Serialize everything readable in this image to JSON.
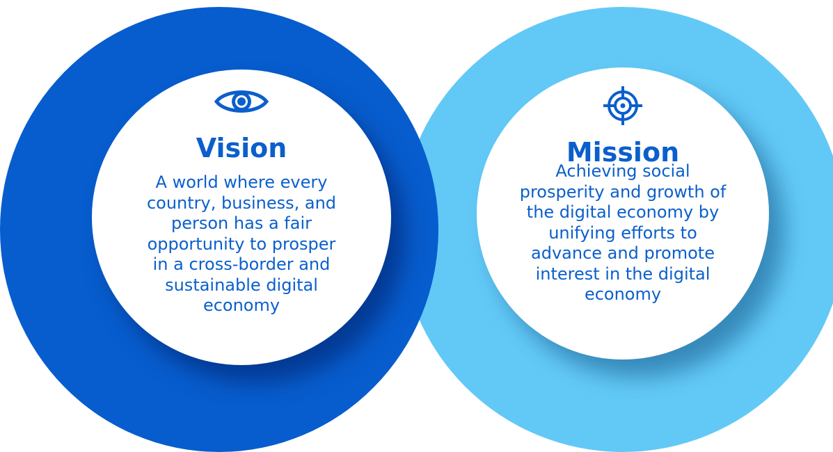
{
  "vision": {
    "icon": "eye-icon",
    "title": "Vision",
    "text": "A world where every\ncountry, business, and\nperson has a fair\nopportunity to prosper\nin a cross-border and\nsustainable digital\neconomy"
  },
  "mission": {
    "icon": "target-icon",
    "title": "Mission",
    "text": "Achieving social\nprosperity and growth of\nthe digital economy by\nunifying efforts to\nadvance and promote\ninterest in the digital\neconomy"
  },
  "colors": {
    "vision_ring": "#075dce",
    "mission_ring": "#62c9f7",
    "text": "#0b5fcc",
    "inner": "#ffffff"
  }
}
